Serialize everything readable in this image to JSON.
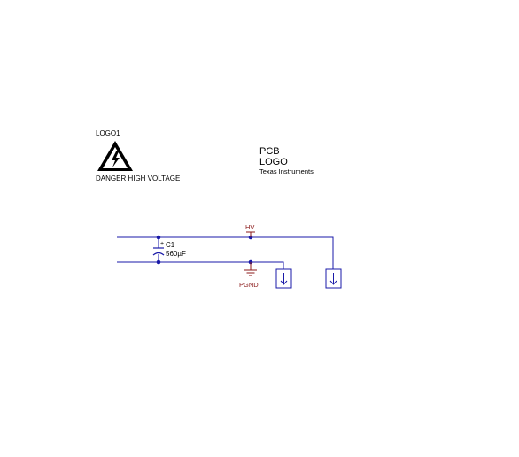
{
  "logo_symbol": {
    "refdes": "LOGO1",
    "caption": "DANGER HIGH VOLTAGE",
    "icon": "high-voltage-warning-icon"
  },
  "pcb_logo": {
    "line1": "PCB",
    "line2": "LOGO",
    "line3": "Texas Instruments"
  },
  "capacitor": {
    "refdes": "C1",
    "value": "560µF",
    "polarity_mark": "+"
  },
  "nets": {
    "hv": "HV",
    "pgnd": "PGND"
  },
  "colors": {
    "wire": "#1a1aa8",
    "net_label": "#8b1a1a",
    "text": "#000000",
    "background": "#ffffff"
  }
}
